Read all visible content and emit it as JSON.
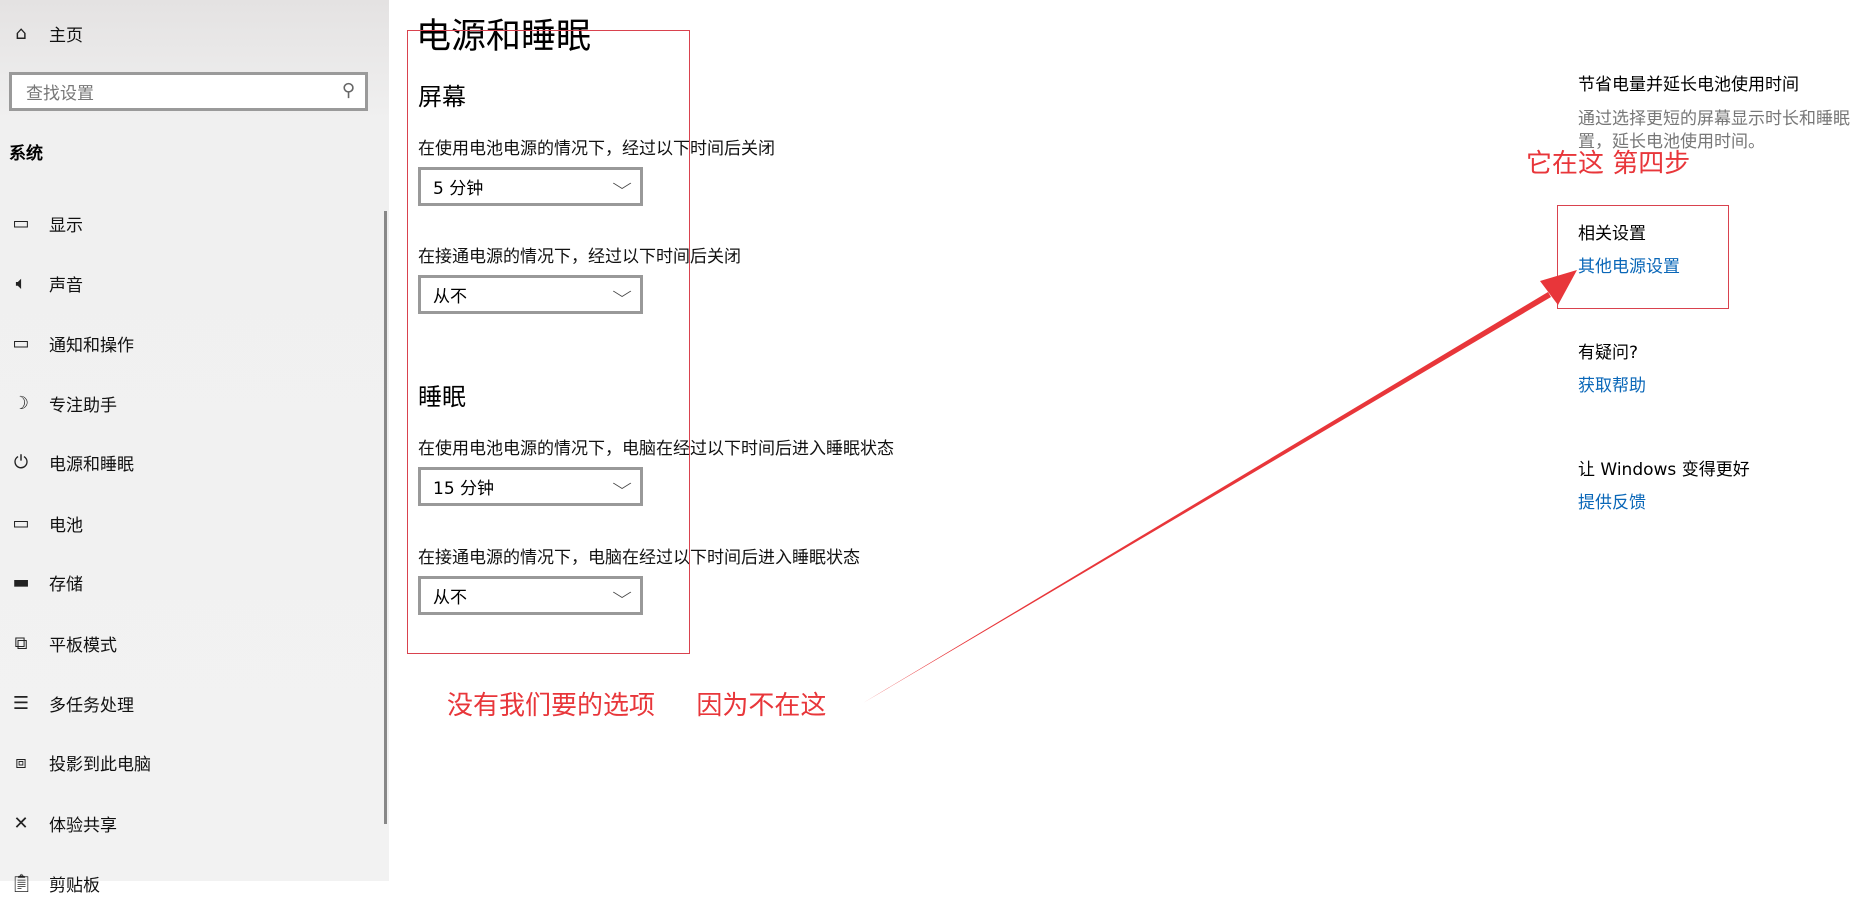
{
  "sidebar": {
    "home": {
      "label": "主页",
      "icon": "home-icon"
    },
    "search": {
      "placeholder": "查找设置",
      "icon": "search-icon"
    },
    "section": "系统",
    "items": [
      {
        "label": "显示",
        "icon": "monitor-icon"
      },
      {
        "label": "声音",
        "icon": "speaker-icon"
      },
      {
        "label": "通知和操作",
        "icon": "notification-icon"
      },
      {
        "label": "专注助手",
        "icon": "moon-icon"
      },
      {
        "label": "电源和睡眠",
        "icon": "power-icon"
      },
      {
        "label": "电池",
        "icon": "battery-icon"
      },
      {
        "label": "存储",
        "icon": "storage-icon"
      },
      {
        "label": "平板模式",
        "icon": "tablet-icon"
      },
      {
        "label": "多任务处理",
        "icon": "multitask-icon"
      },
      {
        "label": "投影到此电脑",
        "icon": "project-icon"
      },
      {
        "label": "体验共享",
        "icon": "share-icon"
      },
      {
        "label": "剪贴板",
        "icon": "clipboard-icon"
      }
    ]
  },
  "main": {
    "title": "电源和睡眠",
    "screen": {
      "heading": "屏幕",
      "battery_label": "在使用电池电源的情况下，经过以下时间后关闭",
      "battery_value": "5 分钟",
      "plugged_label": "在接通电源的情况下，经过以下时间后关闭",
      "plugged_value": "从不"
    },
    "sleep": {
      "heading": "睡眠",
      "battery_label": "在使用电池电源的情况下，电脑在经过以下时间后进入睡眠状态",
      "battery_value": "15 分钟",
      "plugged_label": "在接通电源的情况下，电脑在经过以下时间后进入睡眠状态",
      "plugged_value": "从不"
    }
  },
  "right": {
    "tip_title": "节省电量并延长电池使用时间",
    "tip_line1": "通过选择更短的屏幕显示时长和睡眠",
    "tip_line2": "置，延长电池使用时间。",
    "related_title": "相关设置",
    "related_link": "其他电源设置",
    "help_title": "有疑问?",
    "help_link": "获取帮助",
    "feedback_title": "让 Windows 变得更好",
    "feedback_link": "提供反馈"
  },
  "annotations": {
    "left_note": "没有我们要的选项     因为不在这",
    "right_note": "它在这 第四步",
    "color": "#e8363a"
  },
  "colors": {
    "link": "#0a67b8",
    "annotation": "#e8363a"
  }
}
